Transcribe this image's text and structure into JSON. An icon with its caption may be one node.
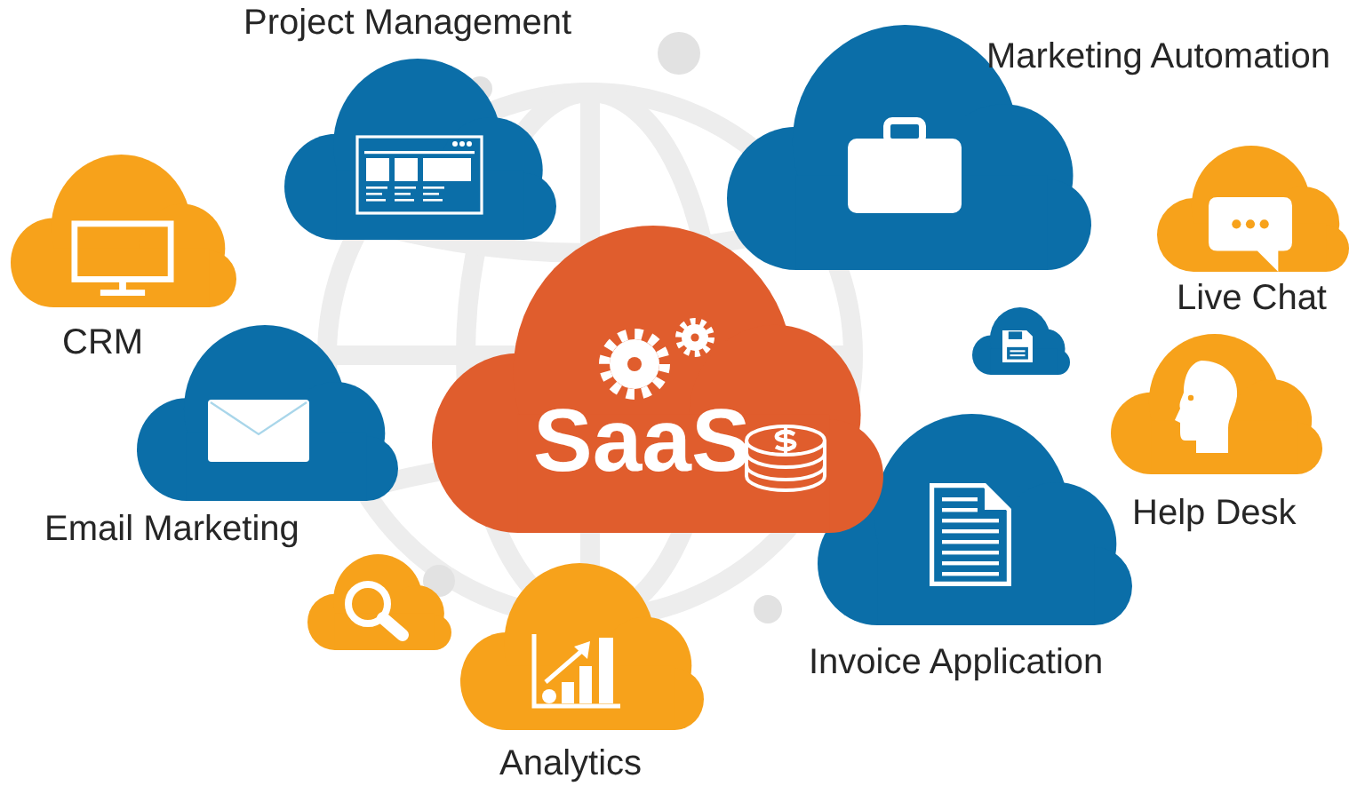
{
  "diagram": {
    "nodes": [
      {
        "text": [
          "Project Management"
        ]
      },
      {
        "text": [
          "Marketing Automation"
        ]
      },
      {
        "text": [
          "CRM"
        ]
      },
      {
        "text": [
          "Live Chat"
        ]
      },
      {
        "text": [
          "SaaS"
        ]
      },
      {
        "text": [],
        "shape": "cloud"
      },
      {
        "text": [
          "Email Marketing"
        ]
      },
      {
        "text": [
          "Help Desk"
        ]
      },
      {
        "text": [
          "Invoice Application"
        ]
      },
      {
        "text": [],
        "shape": "cloud"
      },
      {
        "text": [
          "Analytics"
        ]
      }
    ]
  }
}
